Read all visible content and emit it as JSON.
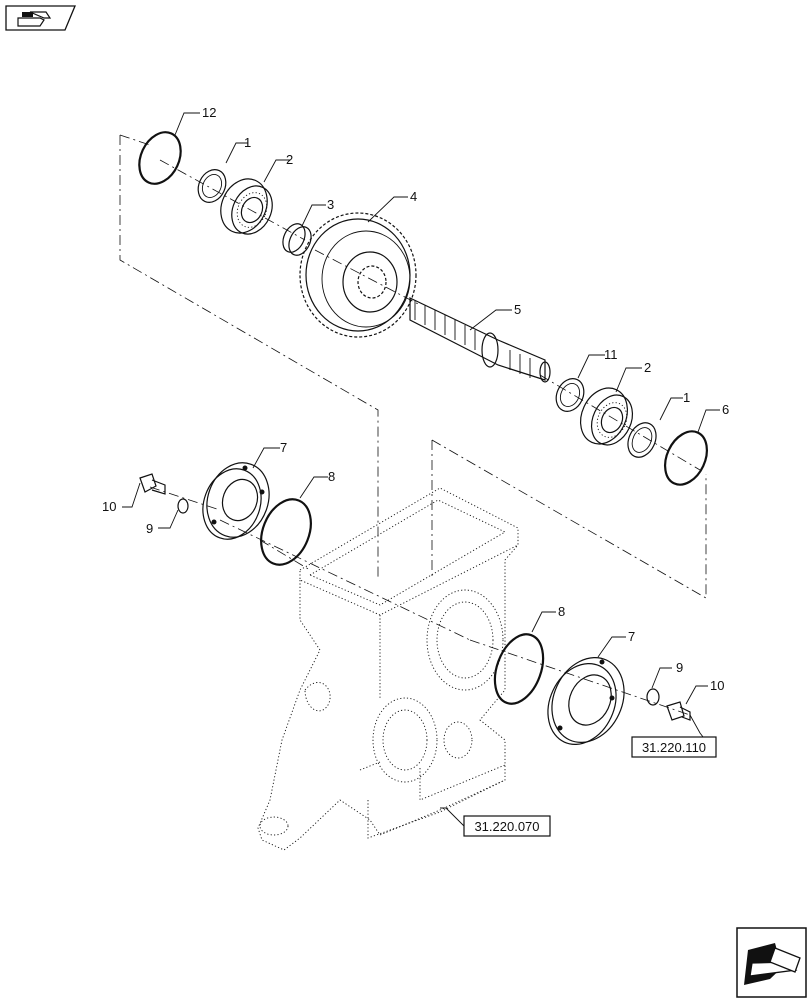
{
  "icons": {
    "top_nav": "previous-page-icon",
    "bottom_nav": "next-page-icon"
  },
  "callouts": {
    "c12": "12",
    "c1_top": "1",
    "c2_top": "2",
    "c3": "3",
    "c4": "4",
    "c5": "5",
    "c11": "11",
    "c2_mid": "2",
    "c1_mid": "1",
    "c6": "6",
    "c7_left": "7",
    "c8_left": "8",
    "c10_left": "10",
    "c9_left": "9",
    "c8_right": "8",
    "c7_right": "7",
    "c9_right": "9",
    "c10_right": "10"
  },
  "references": {
    "ref_110": "31.220.110",
    "ref_070": "31.220.070"
  }
}
